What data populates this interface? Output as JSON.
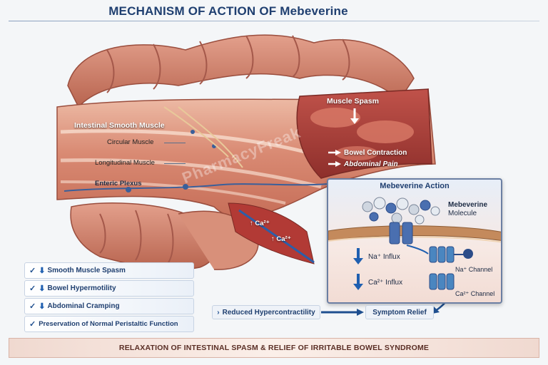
{
  "title": "MECHANISM OF ACTION OF Mebeverine",
  "watermark": "PharmacyFreak",
  "anatomy": {
    "intestinal_smooth_muscle": "Intestinal Smooth Muscle",
    "circular_muscle": "Circular Muscle",
    "longitudinal_muscle": "Longitudinal Muscle",
    "enteric_plexus": "Enteric Plexus"
  },
  "spasm": {
    "muscle_spasm": "Muscle Spasm",
    "bowel_contraction": "Bowel Contraction",
    "abdominal_pain": "Abdominal Pain"
  },
  "calcium_labels": [
    "Ca²⁺",
    "Ca²⁺"
  ],
  "panel": {
    "title": "Mebeverine Action",
    "molecule_label_1": "Mebeverine",
    "molecule_label_2": "Molecule",
    "na_influx": "Na⁺ Influx",
    "ca_influx": "Ca²⁺ Influx",
    "na_channel": "Na⁺ Channel",
    "ca_channel": "Ca²⁺ Channel"
  },
  "effects": [
    "Smooth Muscle Spasm",
    "Bowel Hypermotility",
    "Abdominal Cramping"
  ],
  "preservation": "Preservation of Normal Peristaltic Function",
  "flow": {
    "reduced": "Reduced Hypercontractility",
    "relief": "Symptom Relief"
  },
  "footer": "RELAXATION OF INTESTINAL SPASM & RELIEF OF IRRITABLE BOWEL SYNDROME"
}
